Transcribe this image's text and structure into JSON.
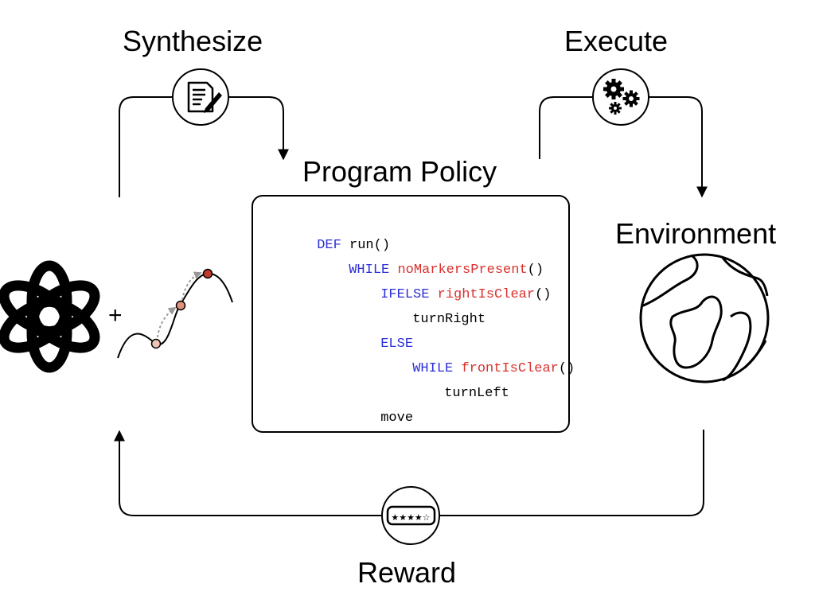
{
  "labels": {
    "synthesize": "Synthesize",
    "execute": "Execute",
    "program_policy": "Program Policy",
    "environment": "Environment",
    "reward": "Reward",
    "plus": "+"
  },
  "code": {
    "line1": {
      "kw": "DEF",
      "rest": " run()"
    },
    "line2": {
      "kw": "WHILE",
      "cond": "noMarkersPresent",
      "tail": "()"
    },
    "line3": {
      "kw": "IFELSE",
      "cond": "rightIsClear",
      "tail": "()"
    },
    "line4": {
      "text": "turnRight"
    },
    "line5": {
      "kw": "ELSE"
    },
    "line6": {
      "kw": "WHILE",
      "cond": "frontIsClear",
      "tail": "()"
    },
    "line7": {
      "text": "turnLeft"
    },
    "line8": {
      "text": "move"
    }
  },
  "rating_stars": "★★★★☆",
  "colors": {
    "keyword": "#2c2fd6",
    "condition": "#d9302c",
    "point_light": "#e8b4a4",
    "point_dark": "#c0392b"
  },
  "icons": {
    "synthesize": "document-edit-icon",
    "execute": "gears-icon",
    "reward": "rating-stars-icon",
    "llm": "openai-logo-icon",
    "environment": "globe-icon"
  }
}
